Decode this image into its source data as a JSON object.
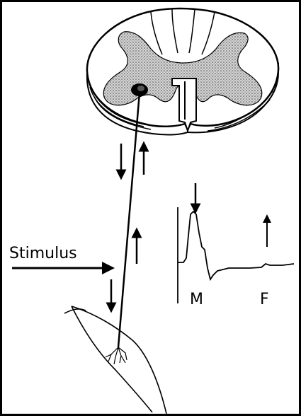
{
  "labels": {
    "stimulus": "Stimulus",
    "m_wave": "M",
    "f_wave": "F"
  },
  "colors": {
    "ink": "#000000",
    "background": "#ffffff",
    "gray_matter": "#9a9a9a"
  }
}
